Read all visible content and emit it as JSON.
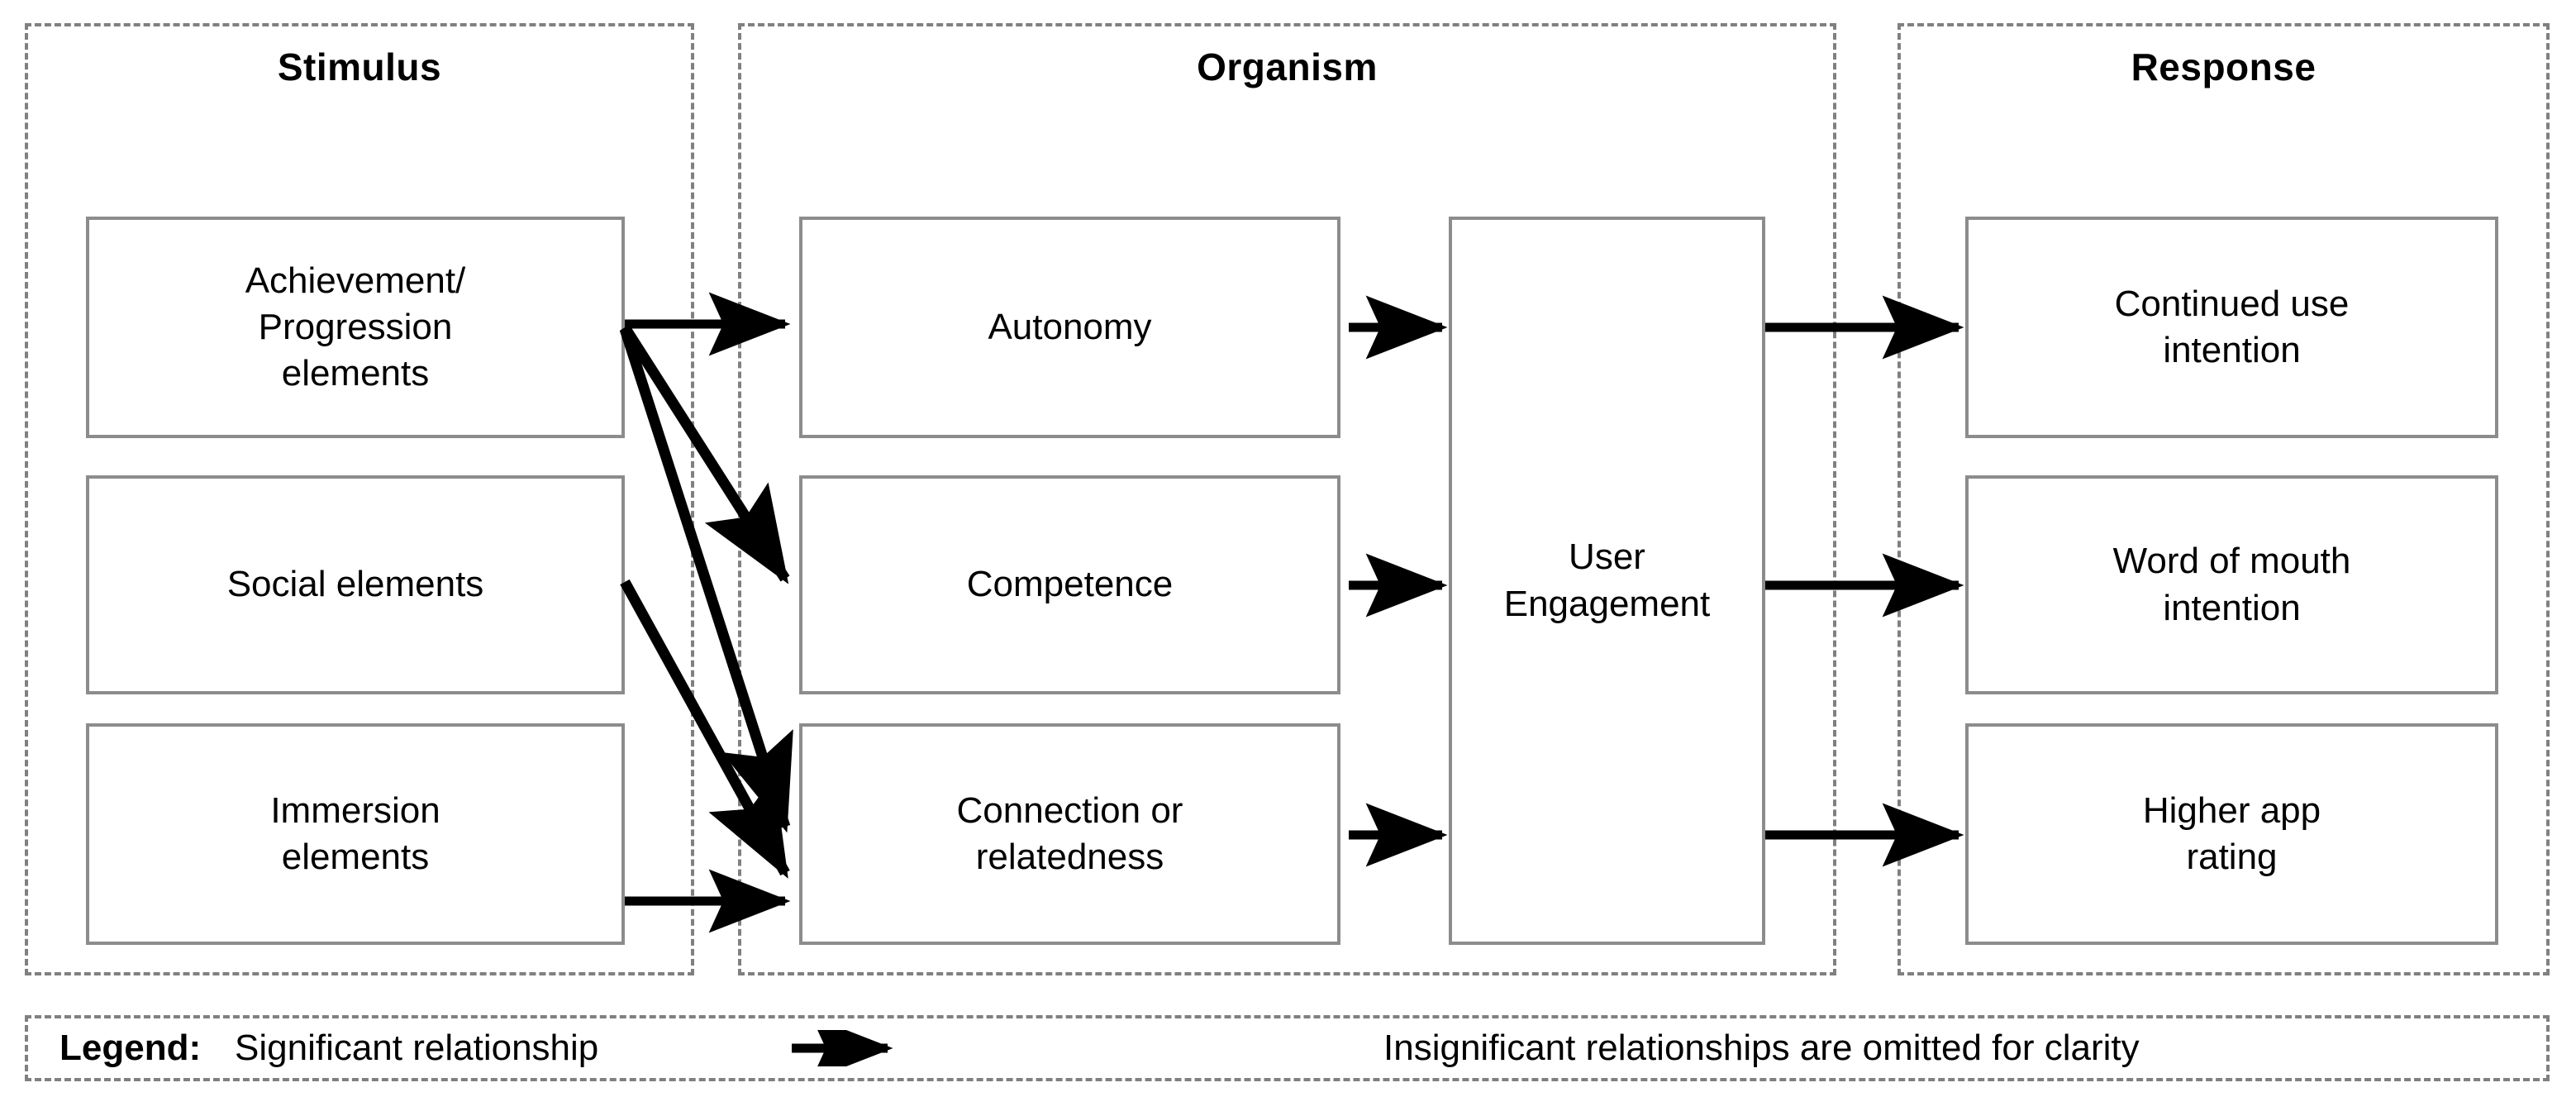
{
  "diagram": {
    "title_present": false,
    "colors": {
      "group_border": "#808080",
      "node_border": "#8c8c8c",
      "arrow": "#000000",
      "text": "#000000",
      "background": "#ffffff"
    },
    "groups": [
      {
        "id": "stimulus",
        "title": "Stimulus"
      },
      {
        "id": "organism",
        "title": "Organism"
      },
      {
        "id": "response",
        "title": "Response"
      }
    ],
    "nodes": {
      "achievement": "Achievement/\nProgression\nelements",
      "social": "Social elements",
      "immersion": "Immersion\nelements",
      "autonomy": "Autonomy",
      "competence": "Competence",
      "connection": "Connection or\nrelatedness",
      "engagement": "User\nEngagement",
      "continued_use": "Continued use\nintention",
      "word_of_mouth": "Word of mouth\nintention",
      "higher_rating": "Higher app\nrating"
    },
    "edges": [
      {
        "from": "achievement",
        "to": "autonomy",
        "style": "straight"
      },
      {
        "from": "achievement",
        "to": "competence",
        "style": "diagonal"
      },
      {
        "from": "achievement",
        "to": "connection",
        "style": "diagonal"
      },
      {
        "from": "social",
        "to": "connection",
        "style": "diagonal"
      },
      {
        "from": "immersion",
        "to": "connection",
        "style": "straight"
      },
      {
        "from": "autonomy",
        "to": "engagement",
        "style": "straight"
      },
      {
        "from": "competence",
        "to": "engagement",
        "style": "straight"
      },
      {
        "from": "connection",
        "to": "engagement",
        "style": "straight"
      },
      {
        "from": "engagement",
        "to": "continued_use",
        "style": "straight"
      },
      {
        "from": "engagement",
        "to": "word_of_mouth",
        "style": "straight"
      },
      {
        "from": "engagement",
        "to": "higher_rating",
        "style": "straight"
      }
    ]
  },
  "legend": {
    "label": "Legend:",
    "significant": "Significant relationship",
    "arrow_icon": "right-arrow-icon",
    "note": "Insignificant relationships are omitted for clarity"
  }
}
